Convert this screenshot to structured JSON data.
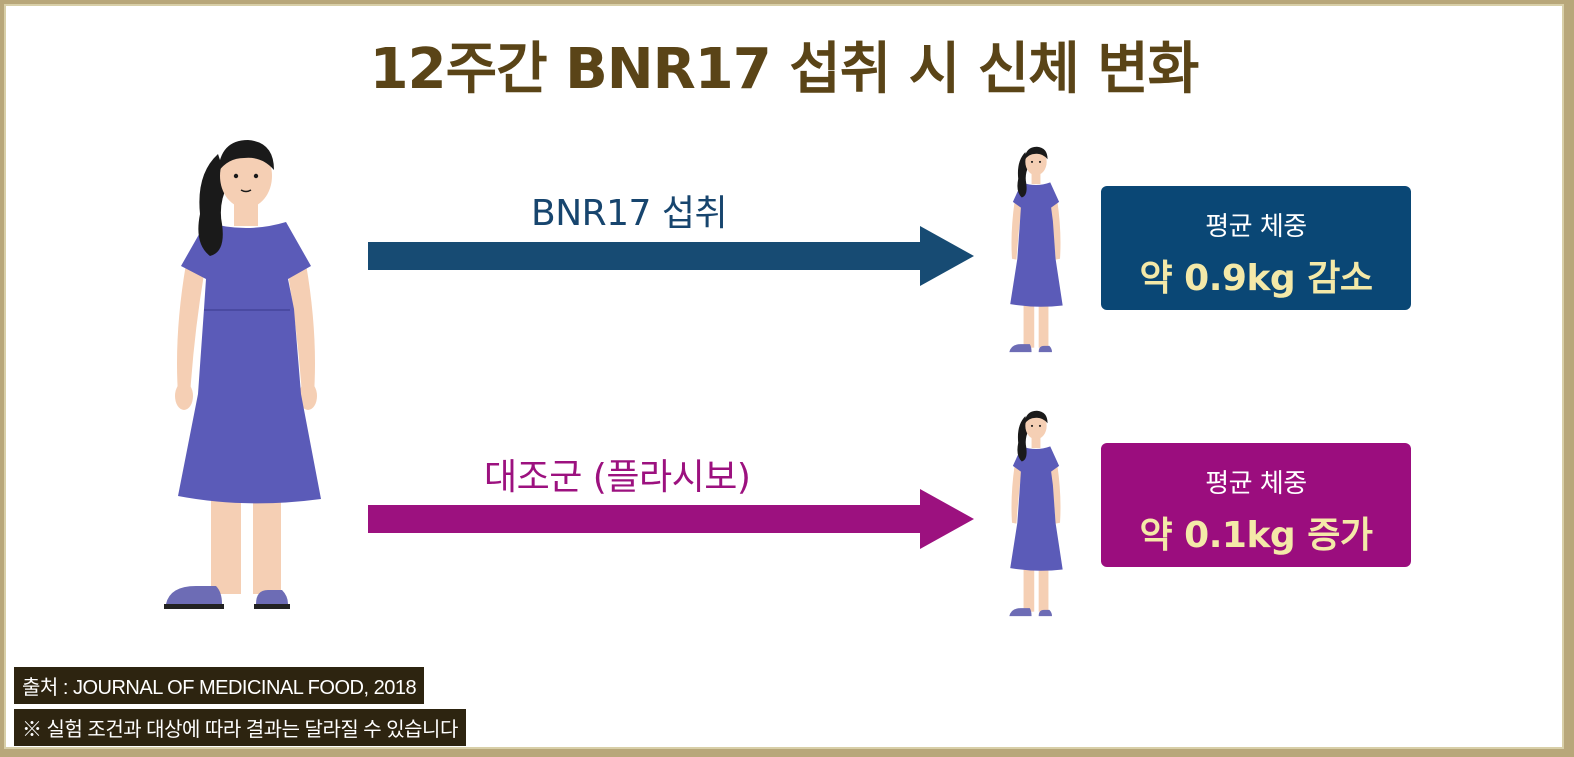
{
  "title": "12주간 BNR17 섭취 시 신체 변화",
  "arms": [
    {
      "label": "BNR17 섭취",
      "result_line1": "평균 체중",
      "result_line2": "약 0.9kg 감소",
      "color": "#0a4775"
    },
    {
      "label": "대조군 (플라시보)",
      "result_line1": "평균 체중",
      "result_line2": "약 0.1kg 증가",
      "color": "#9b0d7e"
    }
  ],
  "footer": {
    "source": "출처 : JOURNAL OF MEDICINAL FOOD, 2018",
    "note": "※ 실험 조건과 대상에 따라 결과는 달라질 수 있습니다"
  },
  "colors": {
    "title": "#5a4417",
    "dress": "#5b5bb8",
    "skin": "#f5cfb4",
    "hair": "#1a1a1a",
    "footer_bg": "#2d2410"
  }
}
